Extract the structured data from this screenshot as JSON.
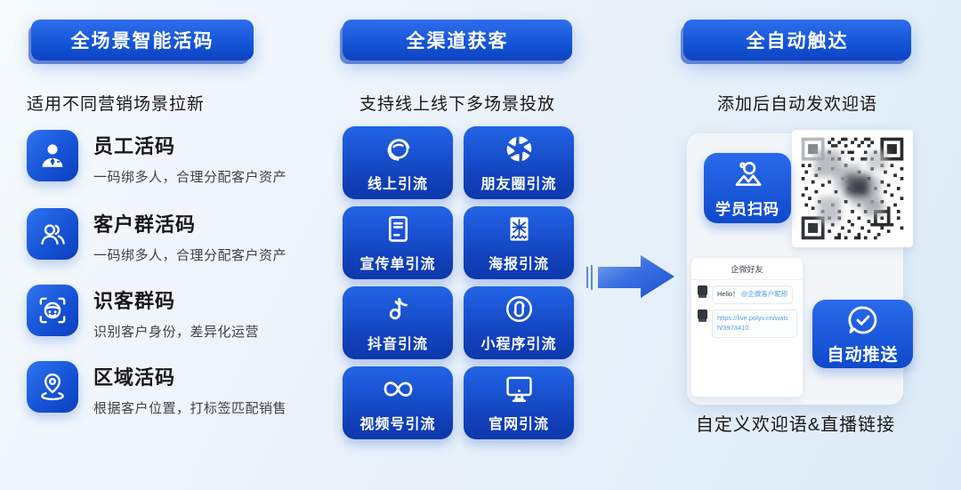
{
  "smart_code": {
    "header": "全场景智能活码",
    "subtitle": "适用不同营销场景拉新",
    "items": [
      {
        "icon": "employee-badge-icon",
        "title": "员工活码",
        "desc": "一码绑多人，合理分配客户资产"
      },
      {
        "icon": "customer-group-icon",
        "title": "客户群活码",
        "desc": "一码绑多人，合理分配客户资产"
      },
      {
        "icon": "face-scan-icon",
        "title": "识客群码",
        "desc": "识别客户身份，差异化运营"
      },
      {
        "icon": "location-pin-icon",
        "title": "区域活码",
        "desc": "根据客户位置，打标签匹配销售"
      }
    ]
  },
  "acquisition": {
    "header": "全渠道获客",
    "subtitle": "支持线上线下多场景投放",
    "tiles": [
      {
        "icon": "headset-agent-icon",
        "label": "线上引流"
      },
      {
        "icon": "moments-aperture-icon",
        "label": "朋友圈引流"
      },
      {
        "icon": "flyer-icon",
        "label": "宣传单引流"
      },
      {
        "icon": "poster-icon",
        "label": "海报引流"
      },
      {
        "icon": "douyin-note-icon",
        "label": "抖音引流"
      },
      {
        "icon": "miniprogram-icon",
        "label": "小程序引流"
      },
      {
        "icon": "video-channels-icon",
        "label": "视频号引流"
      },
      {
        "icon": "monitor-icon",
        "label": "官网引流"
      }
    ]
  },
  "auto_reach": {
    "header": "全自动触达",
    "subtitle": "添加后自动发欢迎语",
    "scan_button": "学员扫码",
    "push_button": "自动推送",
    "chat": {
      "title": "企微好友",
      "messages": [
        {
          "text": "Hello！",
          "mention": "@企微客户昵称"
        },
        {
          "link": "https://live.polyv.cn/watch/3973410"
        }
      ]
    },
    "caption": "自定义欢迎语&直播链接"
  },
  "colors": {
    "primary_blue": "#1652d4",
    "blue_gradient_light": "#2e6dee",
    "blue_gradient_dark": "#0d43c0",
    "background_tint": "#e4eef8",
    "mention_blue": "#58a0ec",
    "text_dark": "#17181a",
    "text_gray": "#3f424a"
  }
}
